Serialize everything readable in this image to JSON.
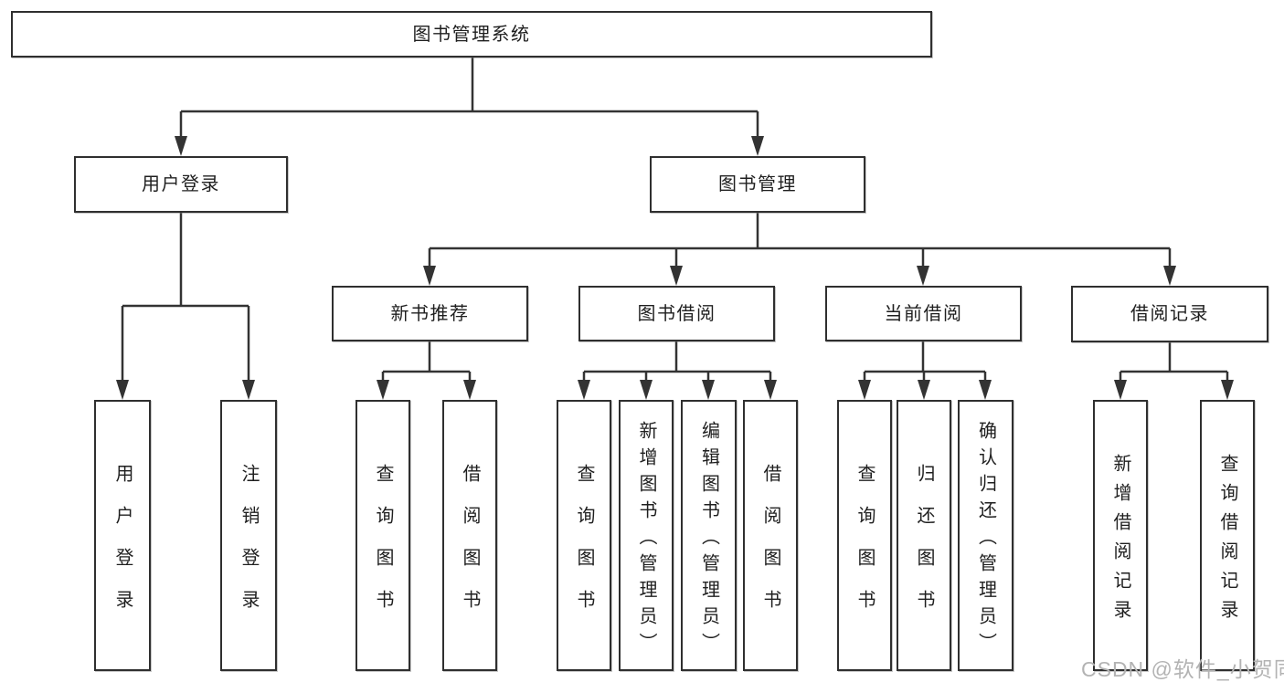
{
  "diagram": {
    "root": {
      "label": "图书管理系统"
    },
    "branches": [
      {
        "label": "用户登录",
        "children": [
          {
            "label": "用户登录"
          },
          {
            "label": "注销登录"
          }
        ]
      },
      {
        "label": "图书管理",
        "children": [
          {
            "label": "新书推荐",
            "children": [
              {
                "label": "查询图书"
              },
              {
                "label": "借阅图书"
              }
            ]
          },
          {
            "label": "图书借阅",
            "children": [
              {
                "label": "查询图书"
              },
              {
                "label": "新增图书（管理员）"
              },
              {
                "label": "编辑图书（管理员）"
              },
              {
                "label": "借阅图书"
              }
            ]
          },
          {
            "label": "当前借阅",
            "children": [
              {
                "label": "查询图书"
              },
              {
                "label": "归还图书"
              },
              {
                "label": "确认归还（管理员）"
              }
            ]
          },
          {
            "label": "借阅记录",
            "children": [
              {
                "label": "新增借阅记录"
              },
              {
                "label": "查询借阅记录"
              }
            ]
          }
        ]
      }
    ]
  },
  "watermark": {
    "text": "CSDN @软件_小贺同学"
  },
  "colors": {
    "line": "#333333",
    "box_border": "#2f2f2f",
    "text": "#1f1f1f",
    "watermark": "#b3b3b3",
    "background": "#ffffff"
  }
}
